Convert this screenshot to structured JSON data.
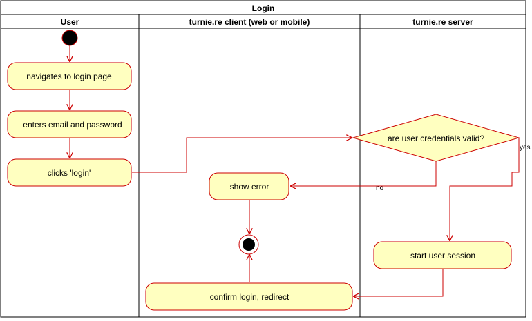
{
  "title": "Login",
  "lanes": [
    {
      "label": "User"
    },
    {
      "label": "turnie.re client (web or mobile)"
    },
    {
      "label": "turnie.re server"
    }
  ],
  "nodes": {
    "navigate": "navigates to login page",
    "enter_credentials": "enters email and password",
    "click_login": "clicks 'login'",
    "decision": "are user credentials valid?",
    "show_error": "show error",
    "start_session": "start user session",
    "confirm_login": "confirm login, redirect"
  },
  "edge_labels": {
    "yes": "yes",
    "no": "no"
  },
  "colors": {
    "node_fill": "#ffffc0",
    "edge": "#cc0000",
    "border": "#000000"
  }
}
